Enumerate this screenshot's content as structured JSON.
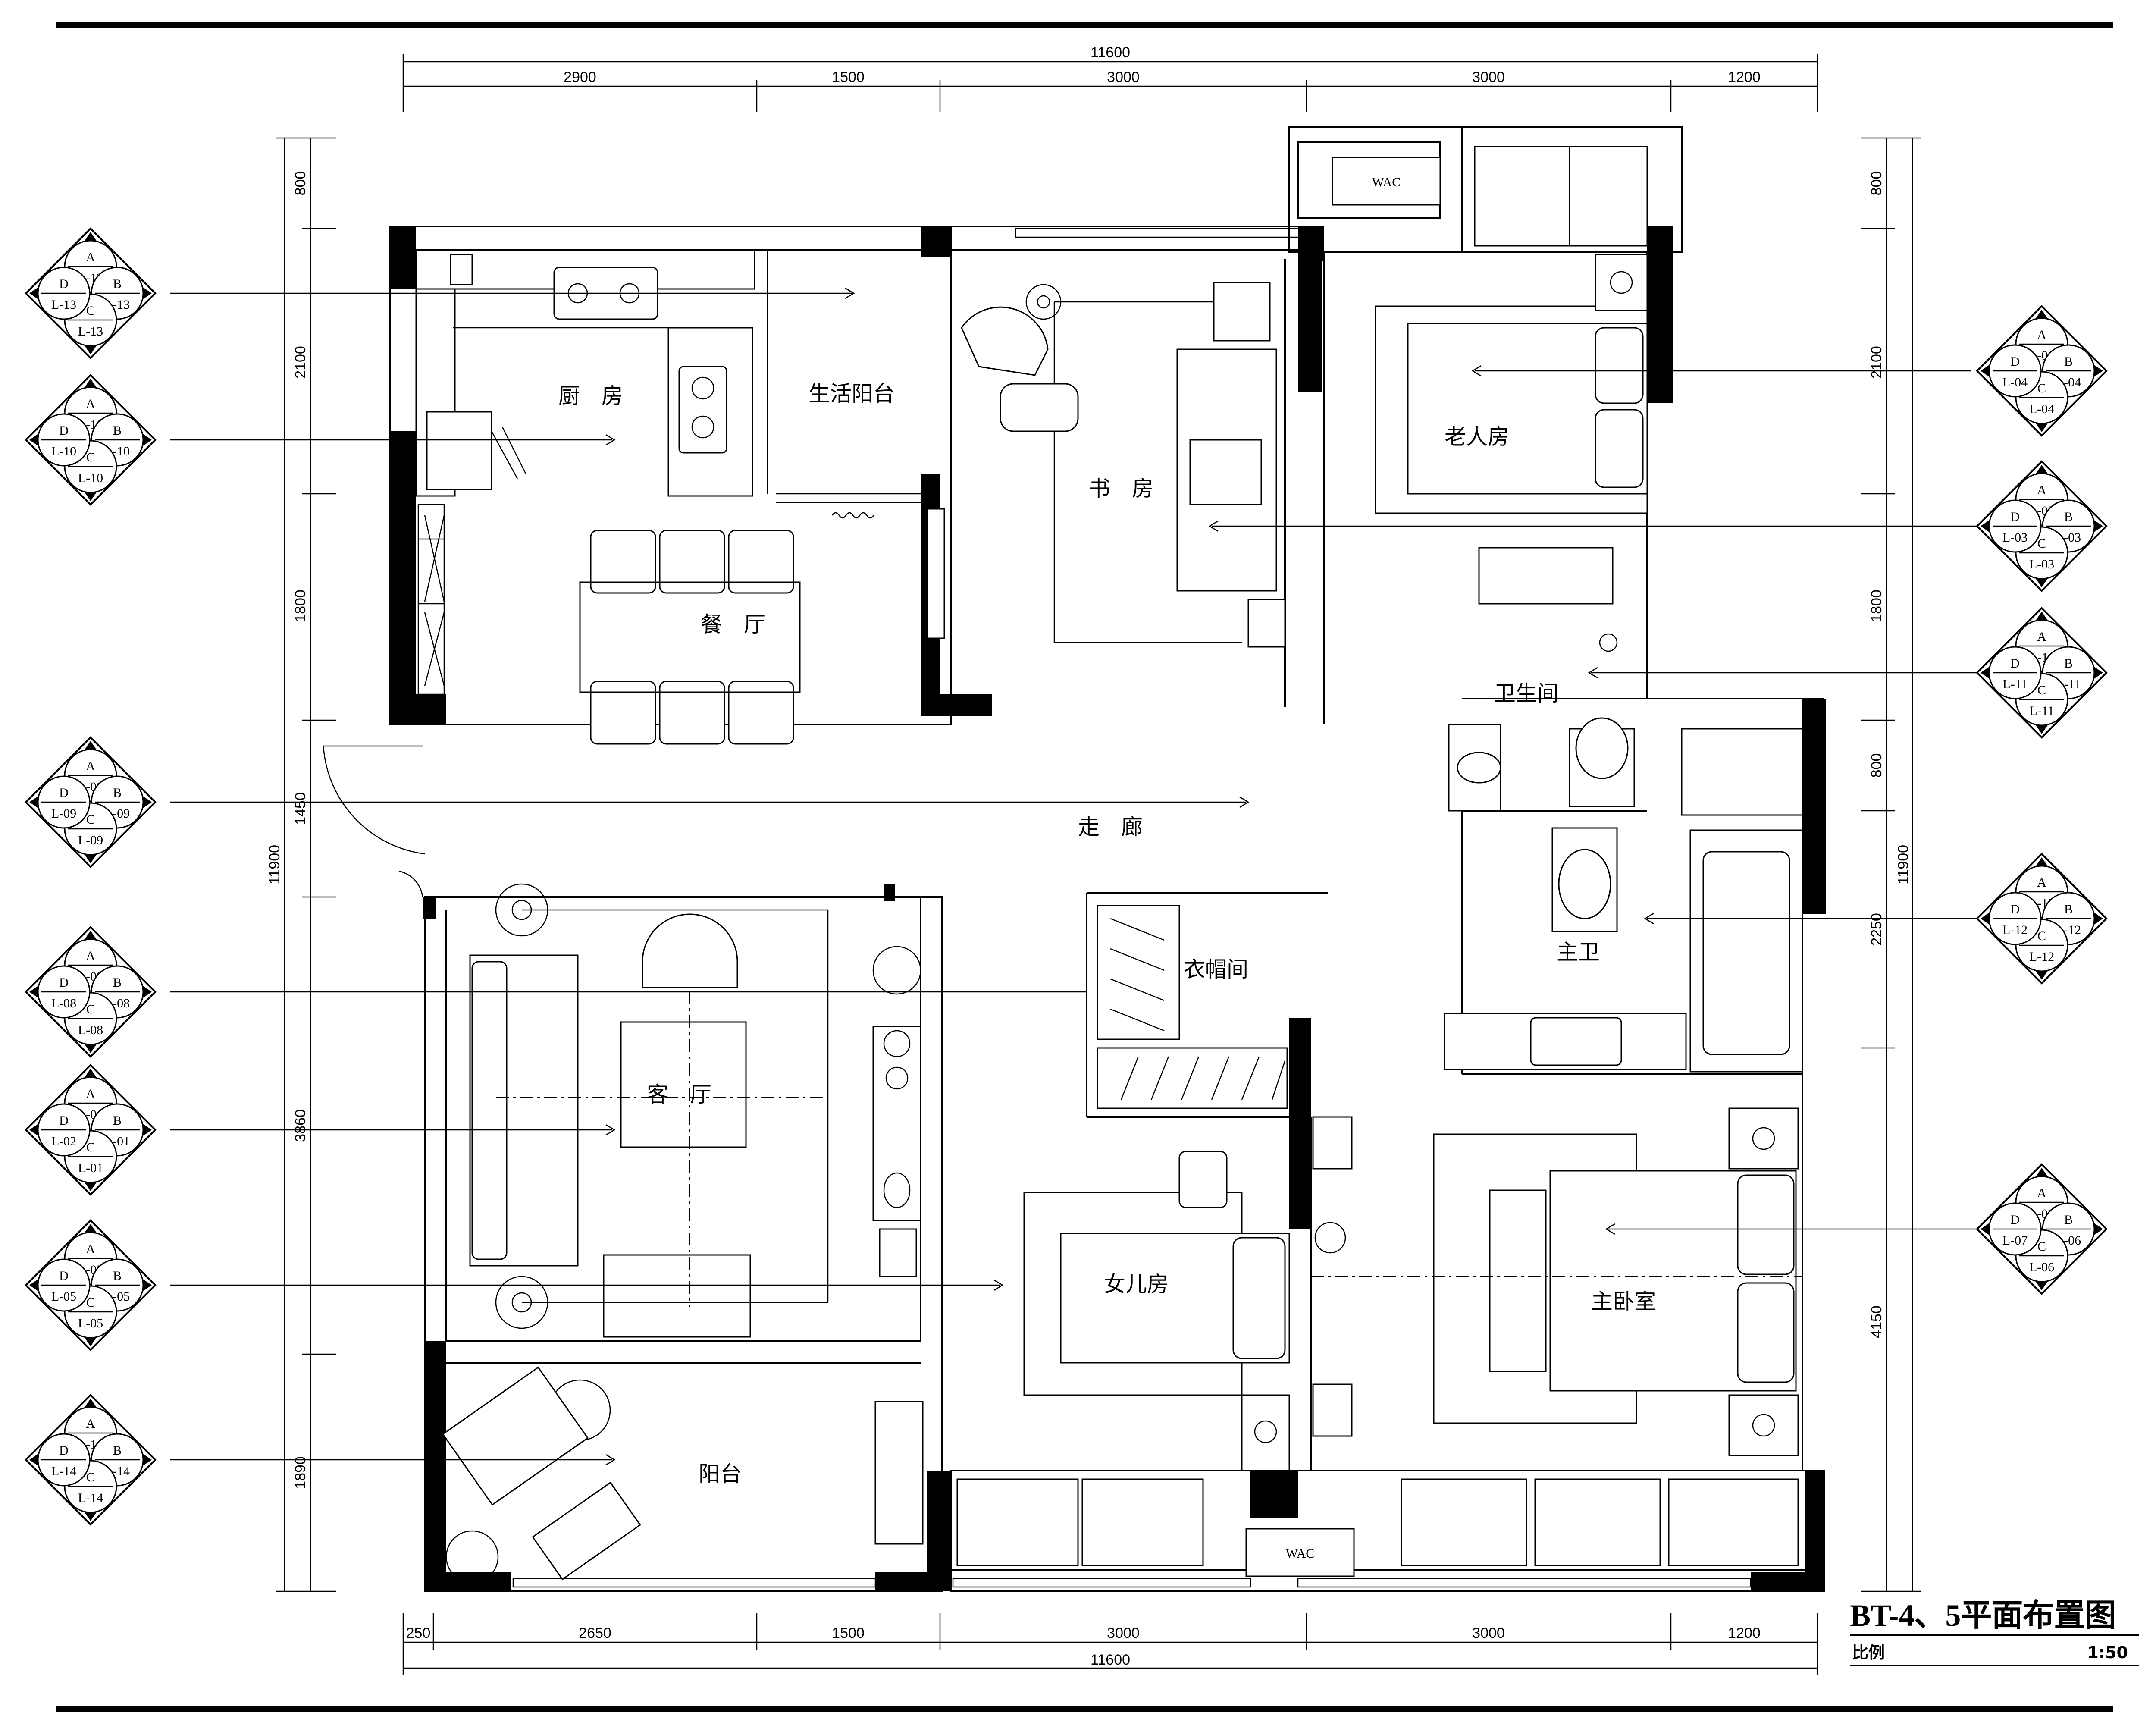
{
  "title": "BT-4、5平面布置图",
  "scale_label": "比例",
  "scale_value": "1:50",
  "dims": {
    "top_total": "11600",
    "top": [
      "2900",
      "1500",
      "3000",
      "3000",
      "1200"
    ],
    "bottom": [
      "250",
      "2650",
      "1500",
      "3000",
      "3000",
      "1200"
    ],
    "bottom_total": "11600",
    "left": [
      "800",
      "2100",
      "1800",
      "1450",
      "3860",
      "1890"
    ],
    "left_total": "11900",
    "right": [
      "800",
      "2100",
      "1800",
      "800",
      "2250",
      "4150"
    ],
    "right_total": "11900"
  },
  "rooms": {
    "kitchen": "厨　房",
    "utility_balcony": "生活阳台",
    "dining": "餐　厅",
    "study": "书　房",
    "elder_room": "老人房",
    "bathroom": "卫生间",
    "corridor": "走　廊",
    "cloakroom": "衣帽间",
    "master_bath": "主卫",
    "living": "客　厅",
    "daughter_room": "女儿房",
    "master_bedroom": "主卧室",
    "balcony": "阳台",
    "wac": "WAC"
  },
  "tags_left": [
    {
      "a": "A",
      "b": "L-13",
      "c": "L-13",
      "d": "L-13",
      "e": "B",
      "f": "L-13",
      "g": "C",
      "h": "L-13",
      "i": "D"
    },
    {
      "a": "A",
      "b": "L-10",
      "c": "L-10",
      "d": "L-10",
      "e": "B",
      "f": "L-10",
      "g": "C",
      "h": "L-10",
      "i": "D"
    },
    {
      "a": "A",
      "b": "L-09",
      "c": "L-09",
      "d": "L-09",
      "e": "B",
      "f": "L-09",
      "g": "C",
      "h": "L-09",
      "i": "D"
    },
    {
      "a": "A",
      "b": "L-08",
      "c": "L-08",
      "d": "L-08",
      "e": "B",
      "f": "L-08",
      "g": "C",
      "h": "L-08",
      "i": "D"
    },
    {
      "a": "A",
      "b": "L-01",
      "c": "L-02",
      "d": "L-02",
      "e": "B",
      "f": "L-01",
      "g": "C",
      "h": "L-01",
      "i": "D"
    },
    {
      "a": "A",
      "b": "L-05",
      "c": "L-05",
      "d": "L-05",
      "e": "B",
      "f": "L-05",
      "g": "C",
      "h": "L-05",
      "i": "D"
    },
    {
      "a": "A",
      "b": "L-14",
      "c": "L-14",
      "d": "L-14",
      "e": "B",
      "f": "L-14",
      "g": "C",
      "h": "L-14",
      "i": "D"
    }
  ],
  "tags_right": [
    {
      "a": "A",
      "b": "L-04",
      "c": "L-04",
      "d": "L-04",
      "e": "B",
      "f": "L-04",
      "g": "C",
      "h": "L-04",
      "i": "D"
    },
    {
      "a": "A",
      "b": "L-03",
      "c": "L-03",
      "d": "L-03",
      "e": "B",
      "f": "L-03",
      "g": "C",
      "h": "L-03",
      "i": "D"
    },
    {
      "a": "A",
      "b": "L-11",
      "c": "L-11",
      "d": "L-11",
      "e": "B",
      "f": "L-11",
      "g": "C",
      "h": "L-11",
      "i": "D"
    },
    {
      "a": "A",
      "b": "L-12",
      "c": "L-12",
      "d": "L-12",
      "e": "B",
      "f": "L-12",
      "g": "C",
      "h": "L-12",
      "i": "D"
    },
    {
      "a": "A",
      "b": "L-06",
      "c": "L-07",
      "d": "L-07",
      "e": "B",
      "f": "L-06",
      "g": "C",
      "h": "L-06",
      "i": "D"
    }
  ]
}
